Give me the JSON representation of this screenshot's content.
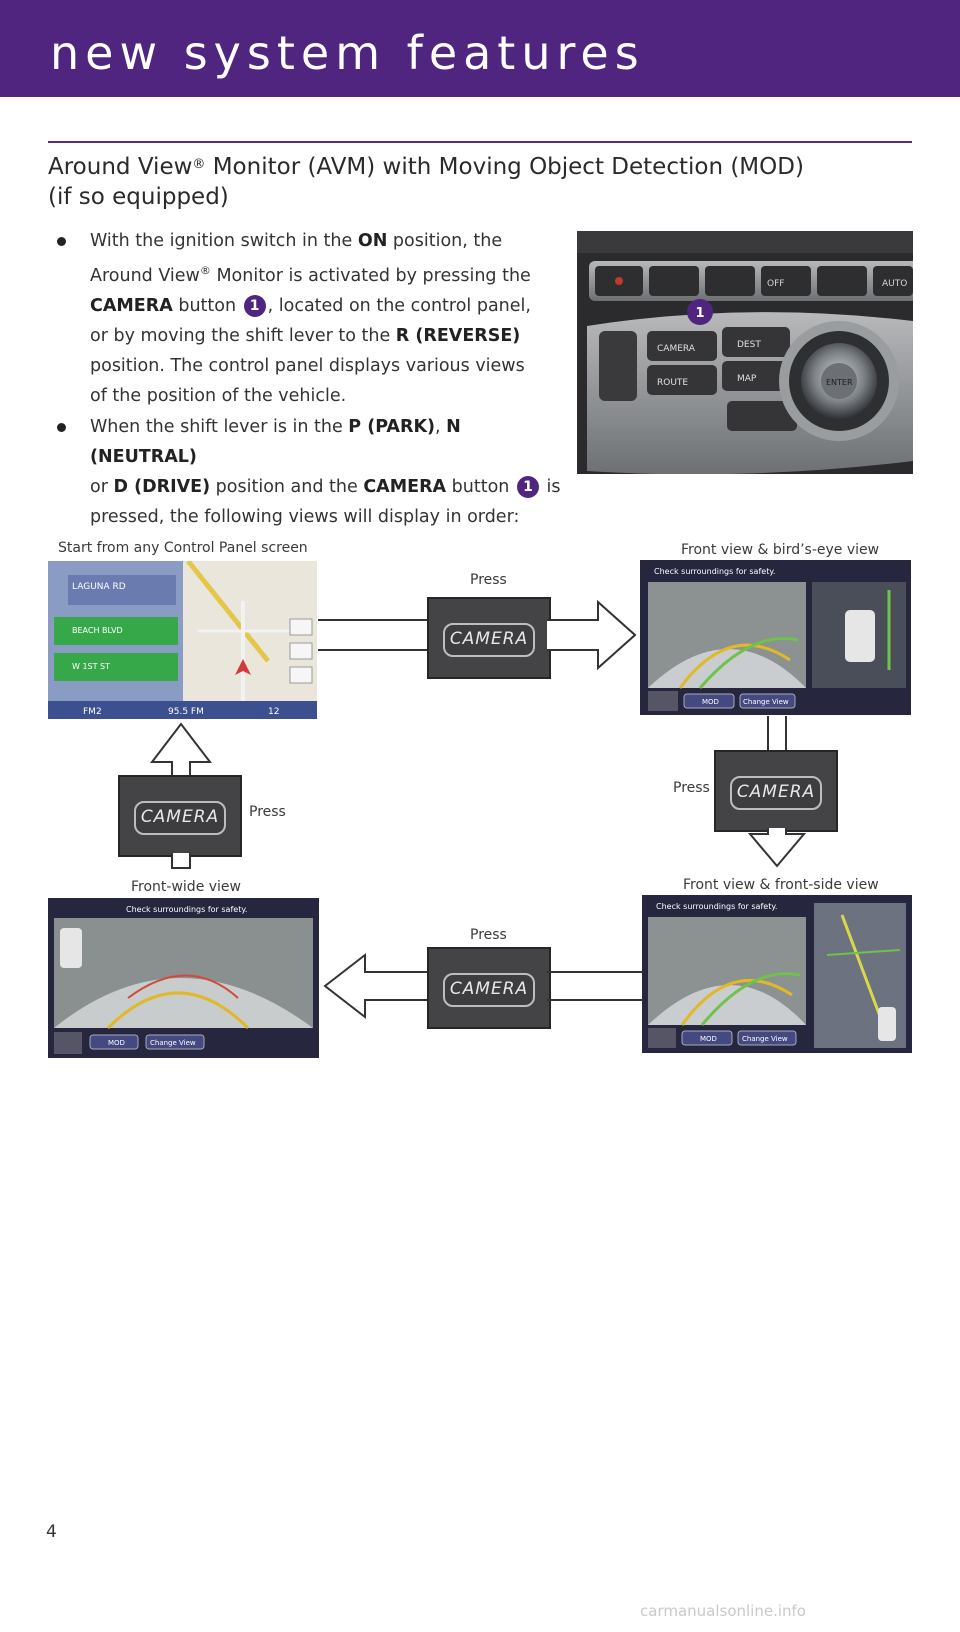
{
  "header": {
    "title": "new system features"
  },
  "section": {
    "title_part1": "Around View",
    "reg": "®",
    "title_part2": " Monitor (AVM) with Moving Object Detection (MOD)",
    "title_line2": "(if so equipped)"
  },
  "bullet1": {
    "t1": "With the ignition switch in the ",
    "b1": "ON",
    "t2": " position, the",
    "t3": "Around View",
    "reg": "®",
    "t4": " Monitor is activated by pressing the",
    "b2": "CAMERA",
    "t5": " button ",
    "badge": "1",
    "t6": ", located on the control panel,",
    "t7": "or by moving the shift lever to the ",
    "b3": "R (REVERSE)",
    "t8": "position. The control panel displays various views",
    "t9": "of the position of the vehicle."
  },
  "bullet2": {
    "t1": "When the shift lever is in the ",
    "b1": "P (PARK)",
    "t2": ", ",
    "b2": "N (NEUTRAL)",
    "t3": "or ",
    "b3": "D (DRIVE)",
    "t4": " position and the ",
    "b4": "CAMERA",
    "t5": " button ",
    "badge": "1",
    "t6": " is",
    "t7": "pressed, the following views will display in order:"
  },
  "photo": {
    "badge": "1",
    "btn_labels": {
      "camera": "CAMERA",
      "dest": "DEST",
      "route": "ROUTE",
      "map": "MAP",
      "off": "OFF",
      "auto": "AUTO",
      "enter": "ENTER"
    }
  },
  "diagram": {
    "caption_start": "Start from any Control Panel screen",
    "caption_birds": "Front view & bird’s-eye view",
    "caption_wide": "Front-wide view",
    "caption_side": "Front view & front-side view",
    "press": "Press",
    "camera_label": "CAMERA",
    "nav": {
      "street1": "LAGUNA RD",
      "street2": "BEACH BLVD",
      "street3": "W 1ST ST",
      "radio1": "FM2",
      "radio2": "95.5 FM",
      "radio3": "12"
    },
    "cam": {
      "warning": "Check surroundings for safety.",
      "mod": "MOD",
      "change": "Change View"
    }
  },
  "footer": {
    "page": "4",
    "watermark": "carmanualsonline.info"
  },
  "colors": {
    "brand": "#4f2580"
  }
}
